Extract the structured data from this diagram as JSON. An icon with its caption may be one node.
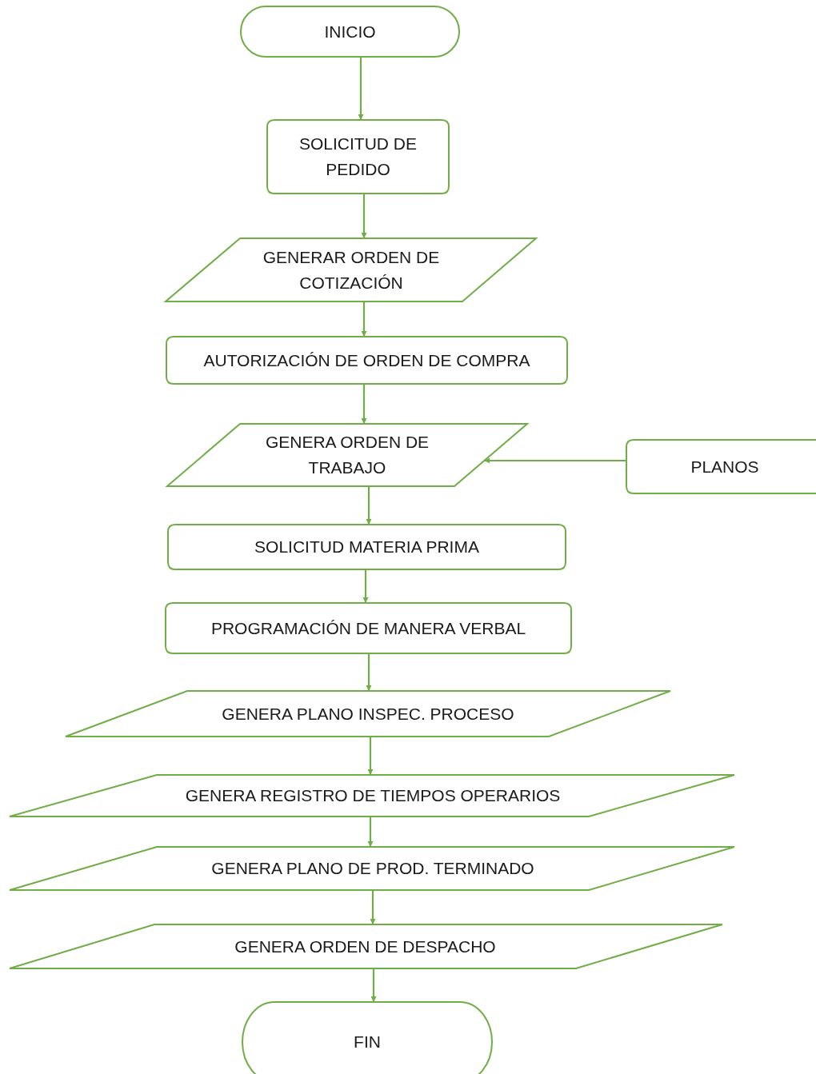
{
  "diagram": {
    "nodes": [
      {
        "text": [
          "INICIO"
        ]
      },
      {
        "text": [
          "SOLICITUD DE PEDIDO"
        ]
      },
      {
        "text": [
          "GENERAR ORDEN DE COTIZACIÓN"
        ]
      },
      {
        "text": [
          "AUTORIZACIÓN DE ORDEN DE COMPRA"
        ]
      },
      {
        "text": [
          "GENERA ORDEN DE TRABAJO"
        ]
      },
      {
        "text": [
          "PLANOS"
        ]
      },
      {
        "text": [
          "SOLICITUD MATERIA PRIMA"
        ]
      },
      {
        "text": [
          "PROGRAMACIÓN DE MANERA VERBAL"
        ]
      },
      {
        "text": [
          "GENERA PLANO INSPEC. PROCESO"
        ]
      },
      {
        "text": [
          "GENERA REGISTRO DE TIEMPOS OPERARIOS"
        ]
      },
      {
        "text": [
          "GENERA PLANO DE PROD. TERMINADO"
        ]
      },
      {
        "text": [
          "GENERA ORDEN DE DESPACHO"
        ]
      },
      {
        "text": [
          "FIN"
        ]
      }
    ],
    "edges": [
      {
        "from": 0,
        "to": 1,
        "arrow": "to"
      },
      {
        "from": 1,
        "to": 2,
        "arrow": "to"
      },
      {
        "from": 2,
        "to": 3,
        "arrow": "to"
      },
      {
        "from": 3,
        "to": 4,
        "arrow": "to"
      },
      {
        "from": 5,
        "to": 4,
        "arrow": "to"
      },
      {
        "from": 4,
        "to": 6,
        "arrow": "to"
      },
      {
        "from": 6,
        "to": 7,
        "arrow": "to"
      },
      {
        "from": 7,
        "to": 8,
        "arrow": "to"
      },
      {
        "from": 8,
        "to": 9,
        "arrow": "to"
      },
      {
        "from": 9,
        "to": 10,
        "arrow": "to"
      },
      {
        "from": 10,
        "to": 11,
        "arrow": "to"
      },
      {
        "from": 11,
        "to": 12,
        "arrow": "to"
      }
    ]
  }
}
